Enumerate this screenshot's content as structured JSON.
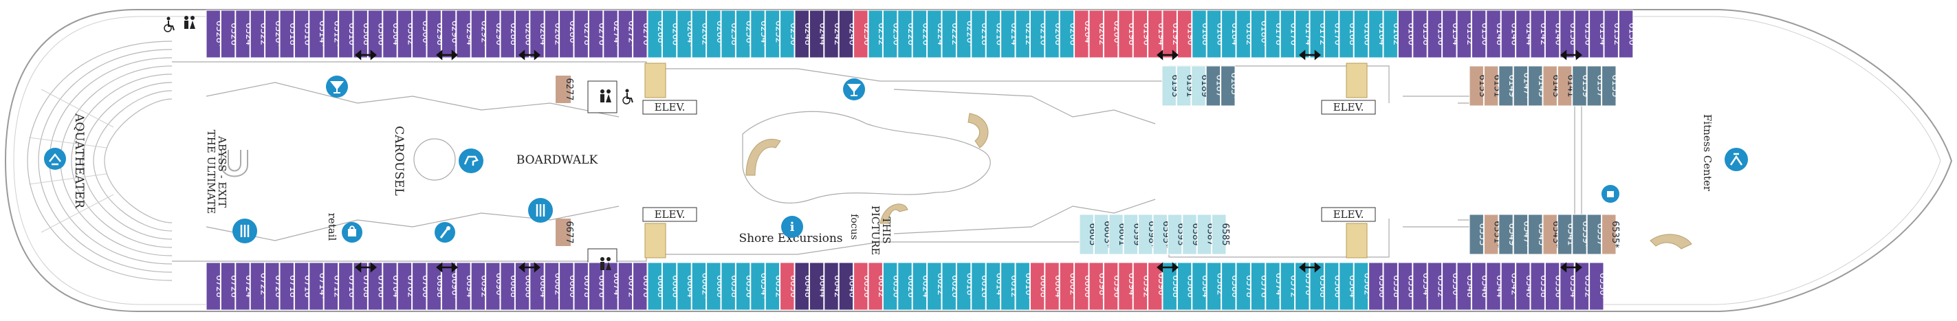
{
  "colors": {
    "purple": "#6a4ba3",
    "teal": "#29a9c6",
    "pink": "#e0566f",
    "darkpurple": "#4a3577",
    "slate": "#5e7f91",
    "lightteal": "#bfe4ea",
    "tan": "#c9a18a",
    "icon": "#1e8fc8"
  },
  "labels": {
    "aquatheater": "AQUATHEATER",
    "abyss_line1": "THE ULTIMATE",
    "abyss_line2": "ABYSS - EXIT",
    "carousel": "CAROUSEL",
    "boardwalk": "BOARDWALK",
    "retail": "retail",
    "shore_excursions": "Shore Excursions",
    "focus": "focus",
    "picture_this_1": "PICTURE",
    "picture_this_2": "THIS",
    "fitness_center": "Fitness Center",
    "elev": "ELEV."
  },
  "top_outer": [
    {
      "n": "6328*",
      "c": "purple"
    },
    {
      "n": "6326",
      "c": "purple"
    },
    {
      "n": "6324",
      "c": "purple"
    },
    {
      "n": "6322",
      "c": "purple"
    },
    {
      "n": "6320*",
      "c": "purple"
    },
    {
      "n": "6318",
      "c": "purple"
    },
    {
      "n": "6316",
      "c": "purple"
    },
    {
      "n": "6314*",
      "c": "purple"
    },
    {
      "n": "6312*",
      "c": "purple"
    },
    {
      "n": "6310",
      "c": "purple"
    },
    {
      "n": "6308",
      "c": "purple"
    },
    {
      "n": "6306",
      "c": "purple"
    },
    {
      "n": "6304",
      "c": "purple"
    },
    {
      "n": "6302",
      "c": "purple"
    },
    {
      "n": "6300*",
      "c": "purple"
    },
    {
      "n": "6298",
      "c": "purple"
    },
    {
      "n": "6296*",
      "c": "purple"
    },
    {
      "n": "6294",
      "c": "purple"
    },
    {
      "n": "6292*",
      "c": "purple"
    },
    {
      "n": "6290",
      "c": "purple"
    },
    {
      "n": "6288",
      "c": "purple"
    },
    {
      "n": "6286",
      "c": "purple"
    },
    {
      "n": "6284",
      "c": "purple"
    },
    {
      "n": "6282",
      "c": "purple"
    },
    {
      "n": "6280*",
      "c": "purple"
    },
    {
      "n": "6278",
      "c": "purple"
    },
    {
      "n": "6276",
      "c": "purple"
    },
    {
      "n": "6274*",
      "c": "purple"
    },
    {
      "n": "6272*",
      "c": "purple"
    },
    {
      "n": "6270",
      "c": "purple"
    },
    {
      "n": "6268*",
      "c": "teal"
    },
    {
      "n": "6266",
      "c": "teal"
    },
    {
      "n": "6264*",
      "c": "teal"
    },
    {
      "n": "6262",
      "c": "teal"
    },
    {
      "n": "6260*",
      "c": "teal"
    },
    {
      "n": "6258",
      "c": "teal"
    },
    {
      "n": "6256*",
      "c": "teal"
    },
    {
      "n": "6254*",
      "c": "teal"
    },
    {
      "n": "6252*",
      "c": "teal"
    },
    {
      "n": "6250",
      "c": "teal"
    },
    {
      "n": "6248",
      "c": "darkpurple"
    },
    {
      "n": "6244",
      "c": "darkpurple"
    },
    {
      "n": "6242",
      "c": "darkpurple"
    },
    {
      "n": "6240",
      "c": "darkpurple"
    },
    {
      "n": "6236",
      "c": "pink"
    },
    {
      "n": "6232",
      "c": "teal"
    },
    {
      "n": "6230",
      "c": "teal"
    },
    {
      "n": "6228",
      "c": "teal"
    },
    {
      "n": "6226",
      "c": "teal"
    },
    {
      "n": "6224",
      "c": "teal"
    },
    {
      "n": "6222",
      "c": "teal"
    },
    {
      "n": "6220*",
      "c": "teal"
    },
    {
      "n": "6218",
      "c": "teal"
    },
    {
      "n": "6216",
      "c": "teal"
    },
    {
      "n": "6214",
      "c": "teal"
    },
    {
      "n": "6212",
      "c": "teal"
    },
    {
      "n": "6210",
      "c": "teal"
    },
    {
      "n": "6208",
      "c": "teal"
    },
    {
      "n": "6206",
      "c": "teal"
    },
    {
      "n": "6204*",
      "c": "pink"
    },
    {
      "n": "6202",
      "c": "pink"
    },
    {
      "n": "6200*",
      "c": "pink"
    },
    {
      "n": "6198",
      "c": "pink"
    },
    {
      "n": "6196",
      "c": "pink"
    },
    {
      "n": "6194",
      "c": "pink"
    },
    {
      "n": "6192",
      "c": "pink"
    },
    {
      "n": "6190",
      "c": "pink"
    },
    {
      "n": "6188",
      "c": "teal"
    },
    {
      "n": "6186",
      "c": "teal"
    },
    {
      "n": "6184",
      "c": "teal"
    },
    {
      "n": "6182",
      "c": "teal"
    },
    {
      "n": "6180*",
      "c": "teal"
    },
    {
      "n": "6178",
      "c": "teal"
    },
    {
      "n": "6176",
      "c": "teal"
    },
    {
      "n": "6174",
      "c": "teal"
    },
    {
      "n": "6172",
      "c": "teal"
    },
    {
      "n": "6170",
      "c": "teal"
    },
    {
      "n": "6168",
      "c": "teal"
    },
    {
      "n": "6166",
      "c": "teal"
    },
    {
      "n": "6164",
      "c": "teal"
    },
    {
      "n": "6162",
      "c": "teal"
    },
    {
      "n": "6160",
      "c": "purple"
    },
    {
      "n": "6158",
      "c": "purple"
    },
    {
      "n": "6156",
      "c": "purple"
    },
    {
      "n": "6154",
      "c": "purple"
    },
    {
      "n": "6152",
      "c": "purple"
    },
    {
      "n": "6150",
      "c": "purple"
    },
    {
      "n": "6148",
      "c": "purple"
    },
    {
      "n": "6146",
      "c": "purple"
    },
    {
      "n": "6144",
      "c": "purple"
    },
    {
      "n": "6142",
      "c": "purple"
    },
    {
      "n": "6140",
      "c": "purple"
    },
    {
      "n": "6138",
      "c": "purple"
    },
    {
      "n": "6136",
      "c": "purple"
    },
    {
      "n": "6134",
      "c": "purple"
    },
    {
      "n": "6132",
      "c": "purple"
    },
    {
      "n": "6130",
      "c": "purple"
    }
  ],
  "bottom_outer": [
    {
      "n": "6728",
      "c": "purple"
    },
    {
      "n": "6726",
      "c": "purple"
    },
    {
      "n": "6724",
      "c": "purple"
    },
    {
      "n": "6722*",
      "c": "purple"
    },
    {
      "n": "6720",
      "c": "purple"
    },
    {
      "n": "6718",
      "c": "purple"
    },
    {
      "n": "6716",
      "c": "purple"
    },
    {
      "n": "6714*",
      "c": "purple"
    },
    {
      "n": "6712",
      "c": "purple"
    },
    {
      "n": "6710",
      "c": "purple"
    },
    {
      "n": "6708",
      "c": "purple"
    },
    {
      "n": "6706",
      "c": "purple"
    },
    {
      "n": "6704",
      "c": "purple"
    },
    {
      "n": "6702",
      "c": "purple"
    },
    {
      "n": "6700",
      "c": "purple"
    },
    {
      "n": "6698",
      "c": "purple"
    },
    {
      "n": "6696*",
      "c": "purple"
    },
    {
      "n": "6694",
      "c": "purple"
    },
    {
      "n": "6692",
      "c": "purple"
    },
    {
      "n": "6690*",
      "c": "purple"
    },
    {
      "n": "6688",
      "c": "purple"
    },
    {
      "n": "6686",
      "c": "purple"
    },
    {
      "n": "6684",
      "c": "purple"
    },
    {
      "n": "6682*",
      "c": "purple"
    },
    {
      "n": "6680",
      "c": "purple"
    },
    {
      "n": "6678",
      "c": "purple"
    },
    {
      "n": "6676",
      "c": "purple"
    },
    {
      "n": "6674*",
      "c": "purple"
    },
    {
      "n": "6672",
      "c": "purple"
    },
    {
      "n": "6670",
      "c": "purple"
    },
    {
      "n": "6668",
      "c": "teal"
    },
    {
      "n": "6666",
      "c": "teal"
    },
    {
      "n": "6664",
      "c": "teal"
    },
    {
      "n": "6662*",
      "c": "teal"
    },
    {
      "n": "6660",
      "c": "teal"
    },
    {
      "n": "6658",
      "c": "teal"
    },
    {
      "n": "6656",
      "c": "teal"
    },
    {
      "n": "6654*",
      "c": "teal"
    },
    {
      "n": "6652",
      "c": "teal"
    },
    {
      "n": "6650",
      "c": "pink"
    },
    {
      "n": "6648",
      "c": "darkpurple"
    },
    {
      "n": "6644",
      "c": "darkpurple"
    },
    {
      "n": "6642",
      "c": "darkpurple"
    },
    {
      "n": "6640",
      "c": "darkpurple"
    },
    {
      "n": "6636",
      "c": "pink"
    },
    {
      "n": "6632",
      "c": "pink"
    },
    {
      "n": "6630",
      "c": "teal"
    },
    {
      "n": "6626",
      "c": "teal"
    },
    {
      "n": "6624",
      "c": "teal"
    },
    {
      "n": "6622*",
      "c": "teal"
    },
    {
      "n": "6620",
      "c": "teal"
    },
    {
      "n": "6618*",
      "c": "teal"
    },
    {
      "n": "6616",
      "c": "teal"
    },
    {
      "n": "6614*",
      "c": "teal"
    },
    {
      "n": "6612",
      "c": "teal"
    },
    {
      "n": "6610*",
      "c": "teal"
    },
    {
      "n": "6608",
      "c": "pink"
    },
    {
      "n": "6604",
      "c": "pink"
    },
    {
      "n": "6602*",
      "c": "pink"
    },
    {
      "n": "6600",
      "c": "pink"
    },
    {
      "n": "6598*",
      "c": "pink"
    },
    {
      "n": "6596",
      "c": "pink"
    },
    {
      "n": "6594*",
      "c": "pink"
    },
    {
      "n": "6592",
      "c": "pink"
    },
    {
      "n": "6590*",
      "c": "pink"
    },
    {
      "n": "6588",
      "c": "teal"
    },
    {
      "n": "6586",
      "c": "teal"
    },
    {
      "n": "6584",
      "c": "teal"
    },
    {
      "n": "6582*",
      "c": "teal"
    },
    {
      "n": "6580",
      "c": "teal"
    },
    {
      "n": "6578",
      "c": "teal"
    },
    {
      "n": "6576",
      "c": "teal"
    },
    {
      "n": "6574*",
      "c": "teal"
    },
    {
      "n": "6572",
      "c": "teal"
    },
    {
      "n": "6570*",
      "c": "teal"
    },
    {
      "n": "6568",
      "c": "teal"
    },
    {
      "n": "6566",
      "c": "teal"
    },
    {
      "n": "6564",
      "c": "teal"
    },
    {
      "n": "6562*",
      "c": "teal"
    },
    {
      "n": "6560",
      "c": "purple"
    },
    {
      "n": "6558",
      "c": "purple"
    },
    {
      "n": "6556",
      "c": "purple"
    },
    {
      "n": "6554*",
      "c": "purple"
    },
    {
      "n": "6552",
      "c": "purple"
    },
    {
      "n": "6550*",
      "c": "purple"
    },
    {
      "n": "6548",
      "c": "purple"
    },
    {
      "n": "6546",
      "c": "purple"
    },
    {
      "n": "6544",
      "c": "purple"
    },
    {
      "n": "6542*",
      "c": "purple"
    },
    {
      "n": "6540",
      "c": "purple"
    },
    {
      "n": "6538",
      "c": "purple"
    },
    {
      "n": "6536",
      "c": "purple"
    },
    {
      "n": "6534",
      "c": "purple"
    },
    {
      "n": "6532",
      "c": "purple"
    },
    {
      "n": "6530*",
      "c": "purple"
    }
  ],
  "inner_top_a": [
    {
      "n": "6193",
      "c": "lightteal"
    },
    {
      "n": "6191",
      "c": "lightteal"
    },
    {
      "n": "6189",
      "c": "lightteal"
    },
    {
      "n": "6187",
      "c": "slate"
    },
    {
      "n": "6185*",
      "c": "slate"
    }
  ],
  "inner_top_b": [
    {
      "n": "6153",
      "c": "tan"
    },
    {
      "n": "6151",
      "c": "tan"
    },
    {
      "n": "6149",
      "c": "slate"
    },
    {
      "n": "6147*",
      "c": "slate"
    },
    {
      "n": "6145",
      "c": "slate"
    },
    {
      "n": "6143",
      "c": "tan"
    },
    {
      "n": "6141",
      "c": "tan"
    },
    {
      "n": "6139",
      "c": "slate"
    },
    {
      "n": "6137",
      "c": "slate"
    },
    {
      "n": "6135",
      "c": "slate"
    }
  ],
  "inner_bottom_a": [
    {
      "n": "6605",
      "c": "lightteal"
    },
    {
      "n": "6603*",
      "c": "lightteal"
    },
    {
      "n": "6601",
      "c": "lightteal"
    },
    {
      "n": "6599",
      "c": "lightteal"
    },
    {
      "n": "6598*",
      "c": "lightteal"
    },
    {
      "n": "6595*",
      "c": "lightteal"
    },
    {
      "n": "6593",
      "c": "lightteal"
    },
    {
      "n": "6589",
      "c": "lightteal"
    },
    {
      "n": "6587",
      "c": "lightteal"
    },
    {
      "n": "6585",
      "c": "lightteal"
    }
  ],
  "inner_bottom_b": [
    {
      "n": "6553",
      "c": "slate"
    },
    {
      "n": "6551*",
      "c": "tan"
    },
    {
      "n": "6549",
      "c": "slate"
    },
    {
      "n": "6547*",
      "c": "slate"
    },
    {
      "n": "6545",
      "c": "slate"
    },
    {
      "n": "6543*",
      "c": "tan"
    },
    {
      "n": "6541",
      "c": "slate"
    },
    {
      "n": "6539*",
      "c": "slate"
    },
    {
      "n": "6537",
      "c": "slate"
    },
    {
      "n": "6535*",
      "c": "tan"
    }
  ],
  "single_cabins": [
    {
      "n": "6277",
      "c": "tan"
    },
    {
      "n": "6677",
      "c": "tan"
    }
  ]
}
